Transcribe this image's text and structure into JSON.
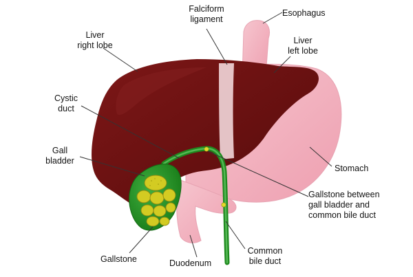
{
  "labels": {
    "falciform_1": "Falciform",
    "falciform_2": "ligament",
    "esophagus": "Esophagus",
    "liver_right_1": "Liver",
    "liver_right_2": "right lobe",
    "liver_left_1": "Liver",
    "liver_left_2": "left lobe",
    "cystic_1": "Cystic",
    "cystic_2": "duct",
    "gall_1": "Gall",
    "gall_2": "bladder",
    "stomach": "Stomach",
    "between_1": "Gallstone between",
    "between_2": "gall bladder and",
    "between_3": "common bile duct",
    "gallstone": "Gallstone",
    "duodenum": "Duodenum",
    "common_1": "Common",
    "common_2": "bile duct"
  },
  "colors": {
    "liver": "#6e1212",
    "stomach": "#f2b3c0",
    "ligament": "#efd3d6",
    "bile_duct": "#1f8a1f",
    "gallstone": "#c8c21c"
  }
}
